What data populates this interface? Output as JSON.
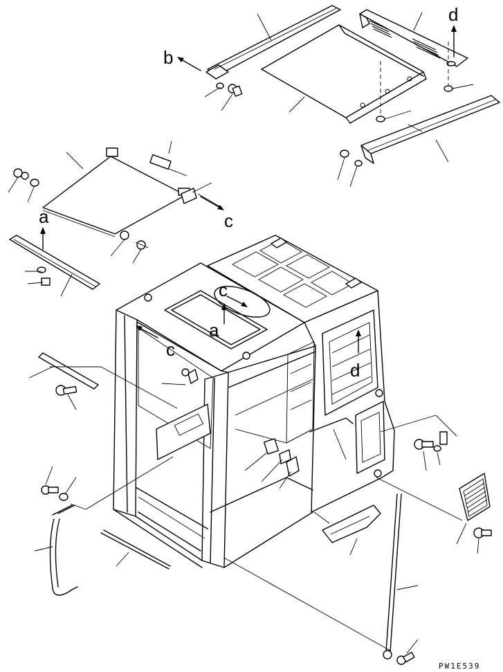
{
  "labels": {
    "a_top": "a",
    "b": "b",
    "c_top": "c",
    "d_top": "d",
    "a_roof": "a",
    "c_roof": "c",
    "c_frame": "c",
    "d_door": "d"
  },
  "drawing_code": "PW1E539"
}
